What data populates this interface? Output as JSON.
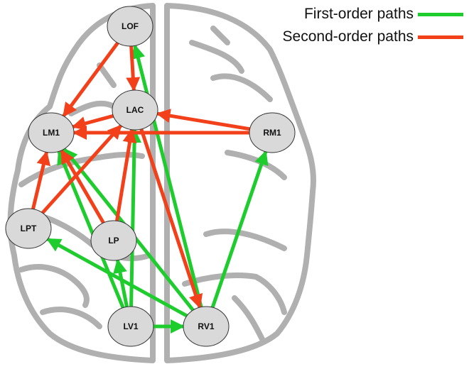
{
  "legend": {
    "first_order": {
      "label": "First-order paths",
      "color": "#1fcc2e"
    },
    "second_order": {
      "label": "Second-order paths",
      "color": "#f2401a"
    }
  },
  "colors": {
    "node_fill": "#d9d9d9",
    "node_stroke": "#333333",
    "brain_outline": "#b0b0b0"
  },
  "nodes": [
    {
      "id": "LOF",
      "label": "LOF"
    },
    {
      "id": "LAC",
      "label": "LAC"
    },
    {
      "id": "LM1",
      "label": "LM1"
    },
    {
      "id": "RM1",
      "label": "RM1"
    },
    {
      "id": "LPT",
      "label": "LPT"
    },
    {
      "id": "LP",
      "label": "LP"
    },
    {
      "id": "LV1",
      "label": "LV1"
    },
    {
      "id": "RV1",
      "label": "RV1"
    }
  ],
  "edges": [
    {
      "from": "LV1",
      "to": "LP",
      "order": "first"
    },
    {
      "from": "LV1",
      "to": "LAC",
      "order": "first"
    },
    {
      "from": "LV1",
      "to": "LM1",
      "order": "first"
    },
    {
      "from": "LV1",
      "to": "RV1",
      "order": "first"
    },
    {
      "from": "RV1",
      "to": "LOF",
      "order": "first"
    },
    {
      "from": "RV1",
      "to": "RM1",
      "order": "first"
    },
    {
      "from": "RV1",
      "to": "LPT",
      "order": "first"
    },
    {
      "from": "RV1",
      "to": "LM1",
      "order": "first"
    },
    {
      "from": "LOF",
      "to": "LM1",
      "order": "second"
    },
    {
      "from": "LOF",
      "to": "LAC",
      "order": "second"
    },
    {
      "from": "LAC",
      "to": "LM1",
      "order": "second"
    },
    {
      "from": "RM1",
      "to": "LAC",
      "order": "second"
    },
    {
      "from": "RM1",
      "to": "LM1",
      "order": "second"
    },
    {
      "from": "LPT",
      "to": "LM1",
      "order": "second"
    },
    {
      "from": "LPT",
      "to": "LAC",
      "order": "second"
    },
    {
      "from": "LP",
      "to": "LM1",
      "order": "second"
    },
    {
      "from": "LP",
      "to": "LAC",
      "order": "second"
    },
    {
      "from": "LAC",
      "to": "RV1",
      "order": "second"
    }
  ]
}
